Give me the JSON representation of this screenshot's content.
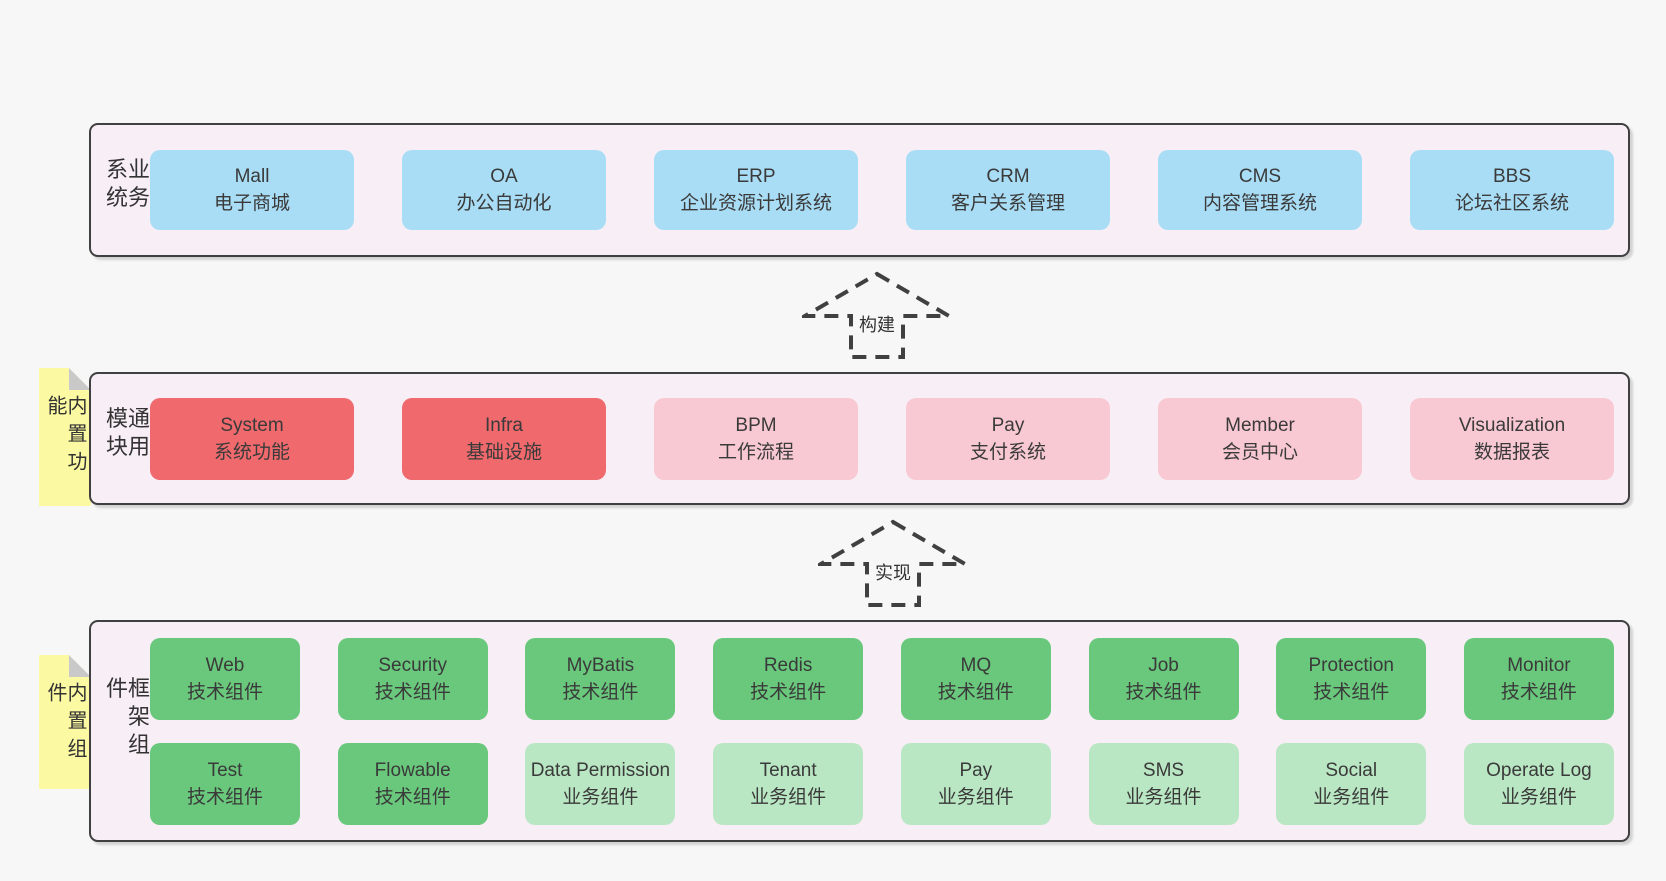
{
  "colors": {
    "page_bg": "#f7f7f7",
    "band_bg": "#f8eef6",
    "border": "#404040",
    "text": "#3a3a3a",
    "blue": "#a9ddf5",
    "red": "#f0696d",
    "pink": "#f9c9d3",
    "green": "#69c87c",
    "light_green": "#bae7c3",
    "yellow": "#fbf9a1",
    "fold_gray": "#c9c9c9"
  },
  "arrows": [
    {
      "label": "构建"
    },
    {
      "label": "实现"
    }
  ],
  "bands": [
    {
      "label": "业务系统",
      "rows": [
        [
          {
            "title": "Mall",
            "subtitle": "电子商城",
            "variant": "blue"
          },
          {
            "title": "OA",
            "subtitle": "办公自动化",
            "variant": "blue"
          },
          {
            "title": "ERP",
            "subtitle": "企业资源计划系统",
            "variant": "blue"
          },
          {
            "title": "CRM",
            "subtitle": "客户关系管理",
            "variant": "blue"
          },
          {
            "title": "CMS",
            "subtitle": "内容管理系统",
            "variant": "blue"
          },
          {
            "title": "BBS",
            "subtitle": "论坛社区系统",
            "variant": "blue"
          }
        ]
      ]
    },
    {
      "label": "通用模块",
      "note": "内置功能",
      "rows": [
        [
          {
            "title": "System",
            "subtitle": "系统功能",
            "variant": "red"
          },
          {
            "title": "Infra",
            "subtitle": "基础设施",
            "variant": "red"
          },
          {
            "title": "BPM",
            "subtitle": "工作流程",
            "variant": "pink"
          },
          {
            "title": "Pay",
            "subtitle": "支付系统",
            "variant": "pink"
          },
          {
            "title": "Member",
            "subtitle": "会员中心",
            "variant": "pink"
          },
          {
            "title": "Visualization",
            "subtitle": "数据报表",
            "variant": "pink"
          }
        ]
      ]
    },
    {
      "label": "框架组件",
      "note": "内置组件",
      "rows": [
        [
          {
            "title": "Web",
            "subtitle": "技术组件",
            "variant": "green"
          },
          {
            "title": "Security",
            "subtitle": "技术组件",
            "variant": "green"
          },
          {
            "title": "MyBatis",
            "subtitle": "技术组件",
            "variant": "green"
          },
          {
            "title": "Redis",
            "subtitle": "技术组件",
            "variant": "green"
          },
          {
            "title": "MQ",
            "subtitle": "技术组件",
            "variant": "green"
          },
          {
            "title": "Job",
            "subtitle": "技术组件",
            "variant": "green"
          },
          {
            "title": "Protection",
            "subtitle": "技术组件",
            "variant": "green"
          },
          {
            "title": "Monitor",
            "subtitle": "技术组件",
            "variant": "green"
          }
        ],
        [
          {
            "title": "Test",
            "subtitle": "技术组件",
            "variant": "green"
          },
          {
            "title": "Flowable",
            "subtitle": "技术组件",
            "variant": "green"
          },
          {
            "title": "Data Permission",
            "subtitle": "业务组件",
            "variant": "lightgreen"
          },
          {
            "title": "Tenant",
            "subtitle": "业务组件",
            "variant": "lightgreen"
          },
          {
            "title": "Pay",
            "subtitle": "业务组件",
            "variant": "lightgreen"
          },
          {
            "title": "SMS",
            "subtitle": "业务组件",
            "variant": "lightgreen"
          },
          {
            "title": "Social",
            "subtitle": "业务组件",
            "variant": "lightgreen"
          },
          {
            "title": "Operate Log",
            "subtitle": "业务组件",
            "variant": "lightgreen"
          }
        ]
      ]
    }
  ]
}
